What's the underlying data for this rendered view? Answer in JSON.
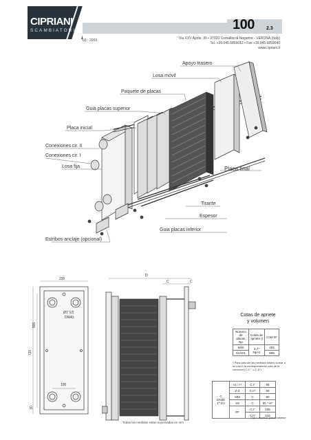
{
  "header": {
    "brand": "CIPRIANI",
    "brand_sub": "SCAMBIATORI",
    "page_number": "100",
    "page_sub": "2.3",
    "date": "03 - 2003",
    "address_line1": "Via XXV Aprile, 35 • 37020 Cornalba di Negarine - VERONA (Italy)",
    "address_line2": "Tel. +39.045.6859012 • Fax +39.045.6859040",
    "address_line3": "www.cipriani.it"
  },
  "exploded": {
    "labels": {
      "apoyo": "Apoyo trasero",
      "losa_movil": "Losa móvil",
      "paquete": "Paquete de placas",
      "guia_sup": "Guia placas superior",
      "placa_inicial": "Placa inicial",
      "conex_2": "Conexiones cir. II",
      "conex_1": "Conexiones  cir.  I",
      "losa_fija": "Losa fija",
      "placa_final": "Placa  final",
      "tirante": "Tirante",
      "espesor": "Espesor",
      "guia_inf": "Guia placas inferior",
      "estribos": "Estribos anclaje (opcional)"
    }
  },
  "front": {
    "dim_width": "290",
    "dim_height1": "555",
    "dim_height2": "720",
    "dim_bottom": "100",
    "dim_offset": "30",
    "conn_label1": "Ø1\"1/2",
    "conn_label2": "DN40"
  },
  "side": {
    "dim_d": "D",
    "dim_c1": "C",
    "dim_c2": "C"
  },
  "note": "Todas las medidas estan expresadas en mm",
  "table1": {
    "title1": "Cotas de apriete",
    "title2": "y volumen",
    "h1": "Número de placas Np",
    "h2": "Cotas de apriete d",
    "h3": "Cota D*",
    "r1c1": "5/60",
    "r1c2": "3,7* Np+2",
    "r1c3": "455",
    "r2c1": "61/101",
    "r2c3": "655",
    "note": "* Para calcular las medidas totales sumar a la cota D la correspondiente cota de la conexion (C.0.\", o C.II\")"
  },
  "table2": {
    "left1": "C",
    "left2": "DN40",
    "left3": "1\" 1/2",
    "rows": [
      [
        "I4 / I-I",
        "C.I\"",
        "68"
      ],
      [
        "Z-Z",
        "C.II\"",
        "58"
      ],
      [
        "MM",
        "C",
        "80"
      ],
      [
        "SS",
        "C",
        "55 *-st\""
      ],
      [
        "PF",
        "C.I\"",
        "105"
      ],
      [
        "",
        "C.II\"",
        "115"
      ]
    ],
    "note": "* sp = espesor placa bastidor"
  }
}
